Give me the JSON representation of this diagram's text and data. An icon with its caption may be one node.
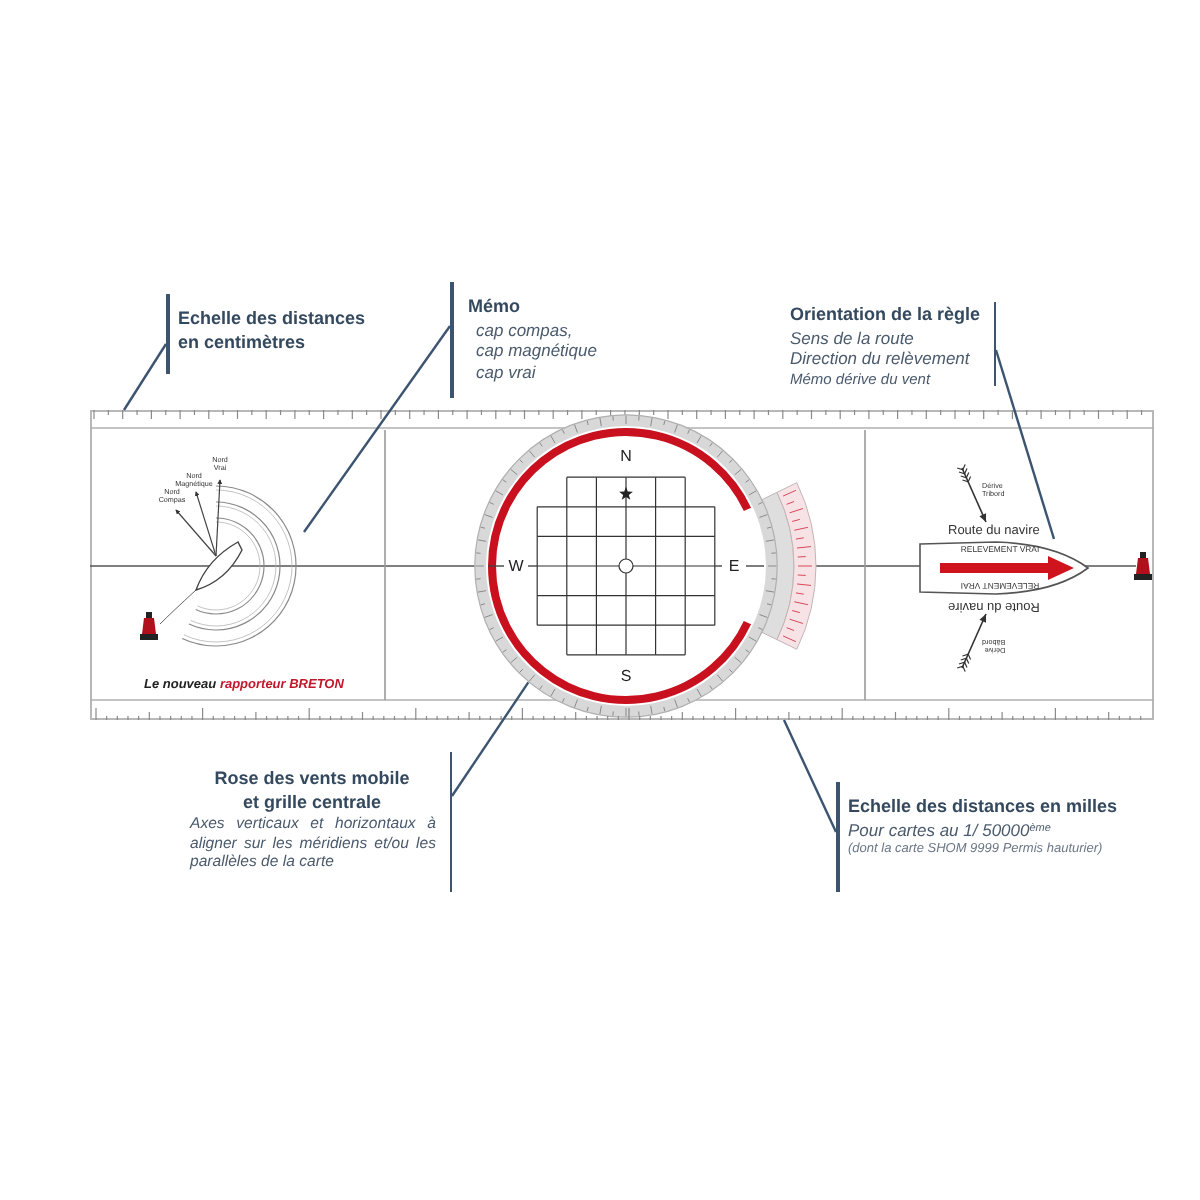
{
  "diagram": {
    "nodes": [
      {
        "text": [
          "Echelle des distances en centimètres"
        ]
      },
      {
        "text": [
          "Mémo",
          "cap compas, cap magnétique cap vrai"
        ]
      },
      {
        "text": [
          "Orientation de la règle",
          "Sens de la route",
          "Direction du relèvement",
          "Mémo dérive du vent"
        ]
      },
      {
        "text": [],
        "shape": "bar"
      },
      {
        "text": [],
        "shape": "picture"
      },
      {
        "text": [
          "N",
          "W",
          "E",
          "S"
        ]
      },
      {
        "text": [
          "RELEVEMENT VRAI",
          "RELEVEMENT VRAI"
        ],
        "beside": [
          "Route du navire",
          "Route du navire"
        ]
      },
      {
        "text": [],
        "shape": "bar"
      },
      {
        "text": [
          "Rose des vents mobile et grille centrale",
          "Axes verticaux et horizontaux à aligner sur les méridiens et/ou les parallèles de la carte"
        ]
      },
      {
        "text": [
          "Echelle des distances en milles",
          "Pour cartes au 1/ 50000$^{ème}$",
          "(dont la carte SHOM 9999 Permis hauturier)"
        ]
      }
    ],
    "edges": [
      {
        "from": 0,
        "to": 3,
        "arrow": "none"
      },
      {
        "from": 1,
        "to": 4,
        "arrow": "none"
      },
      {
        "from": 2,
        "to": 6,
        "arrow": "none"
      },
      {
        "from": 8,
        "to": 5,
        "arrow": "none"
      },
      {
        "from": 9,
        "to": 7,
        "arrow": "none"
      }
    ],
    "labels": [
      "Nord Vrai",
      "Nord Magnétique",
      "Nord Compas",
      "Le nouveau rapporteur BRETON",
      "Dérive Tribord",
      "Dérive Bâbord"
    ]
  }
}
